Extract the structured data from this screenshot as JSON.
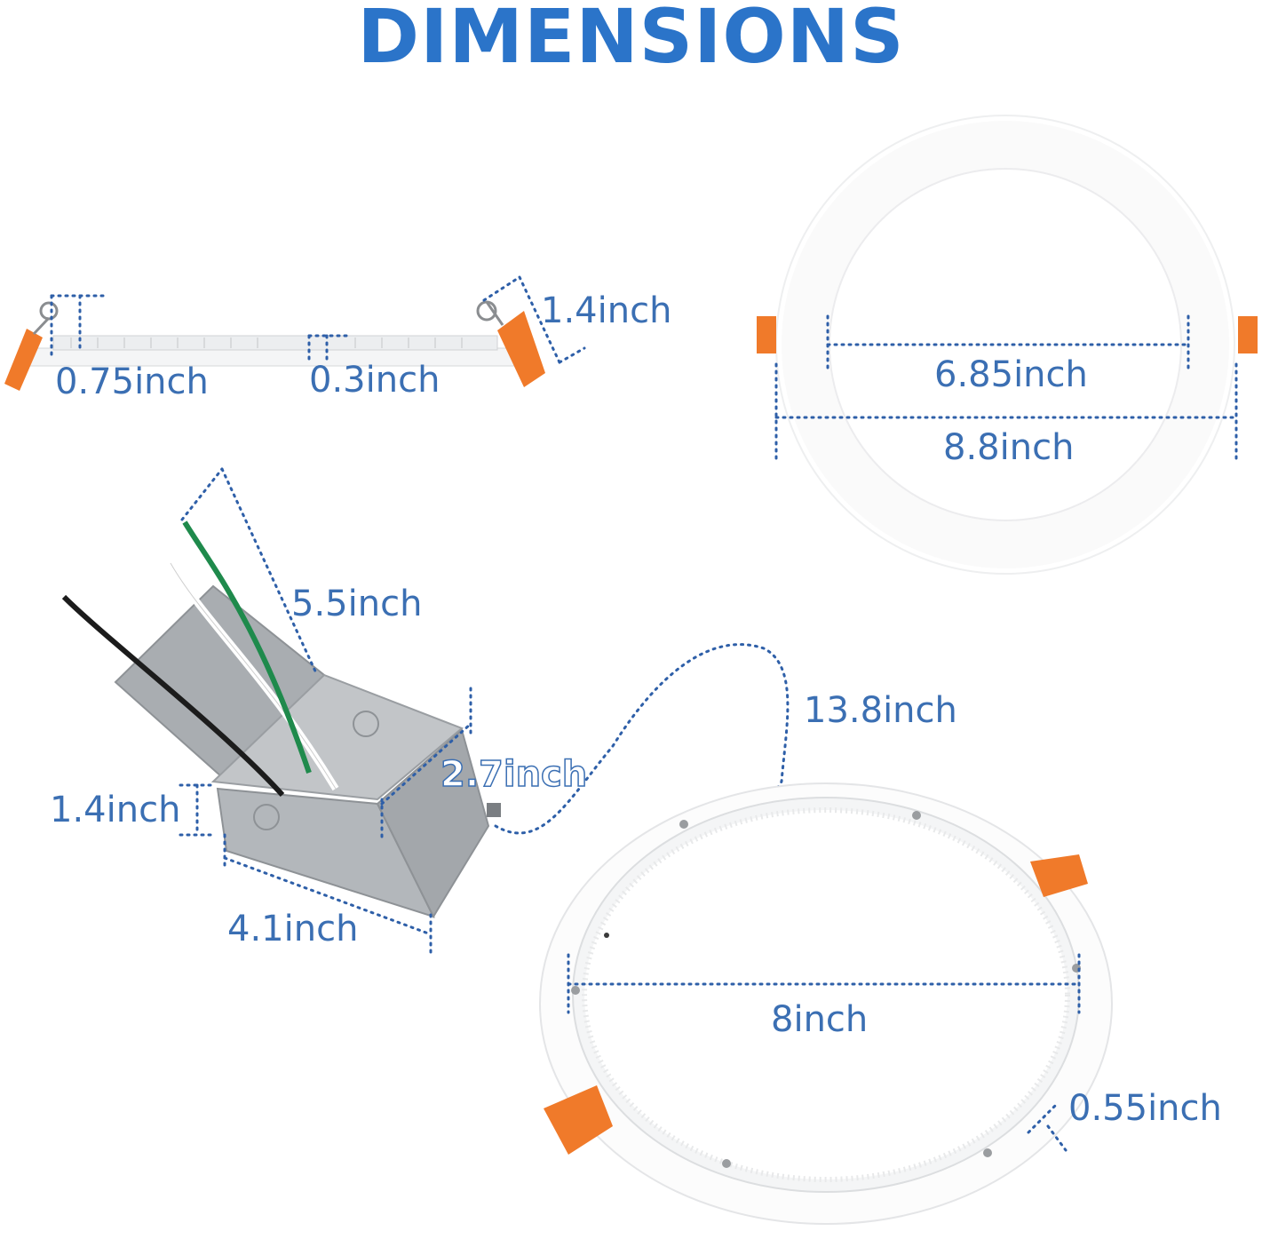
{
  "title": "DIMENSIONS",
  "dimensions": {
    "side_height": "0.75inch",
    "side_gap": "0.3inch",
    "side_clip": "1.4inch",
    "inner_diameter": "6.85inch",
    "outer_diameter": "8.8inch",
    "wire_length": "5.5inch",
    "box_height": "1.4inch",
    "box_width": "2.7inch",
    "box_length": "4.1inch",
    "cable_length": "13.8inch",
    "back_diameter": "8inch",
    "back_thickness": "0.55inch"
  },
  "colors": {
    "accent": "#2b74c9",
    "label": "#3b6fb3",
    "clip": "#f07a2a",
    "box": "#b8bcc0"
  }
}
